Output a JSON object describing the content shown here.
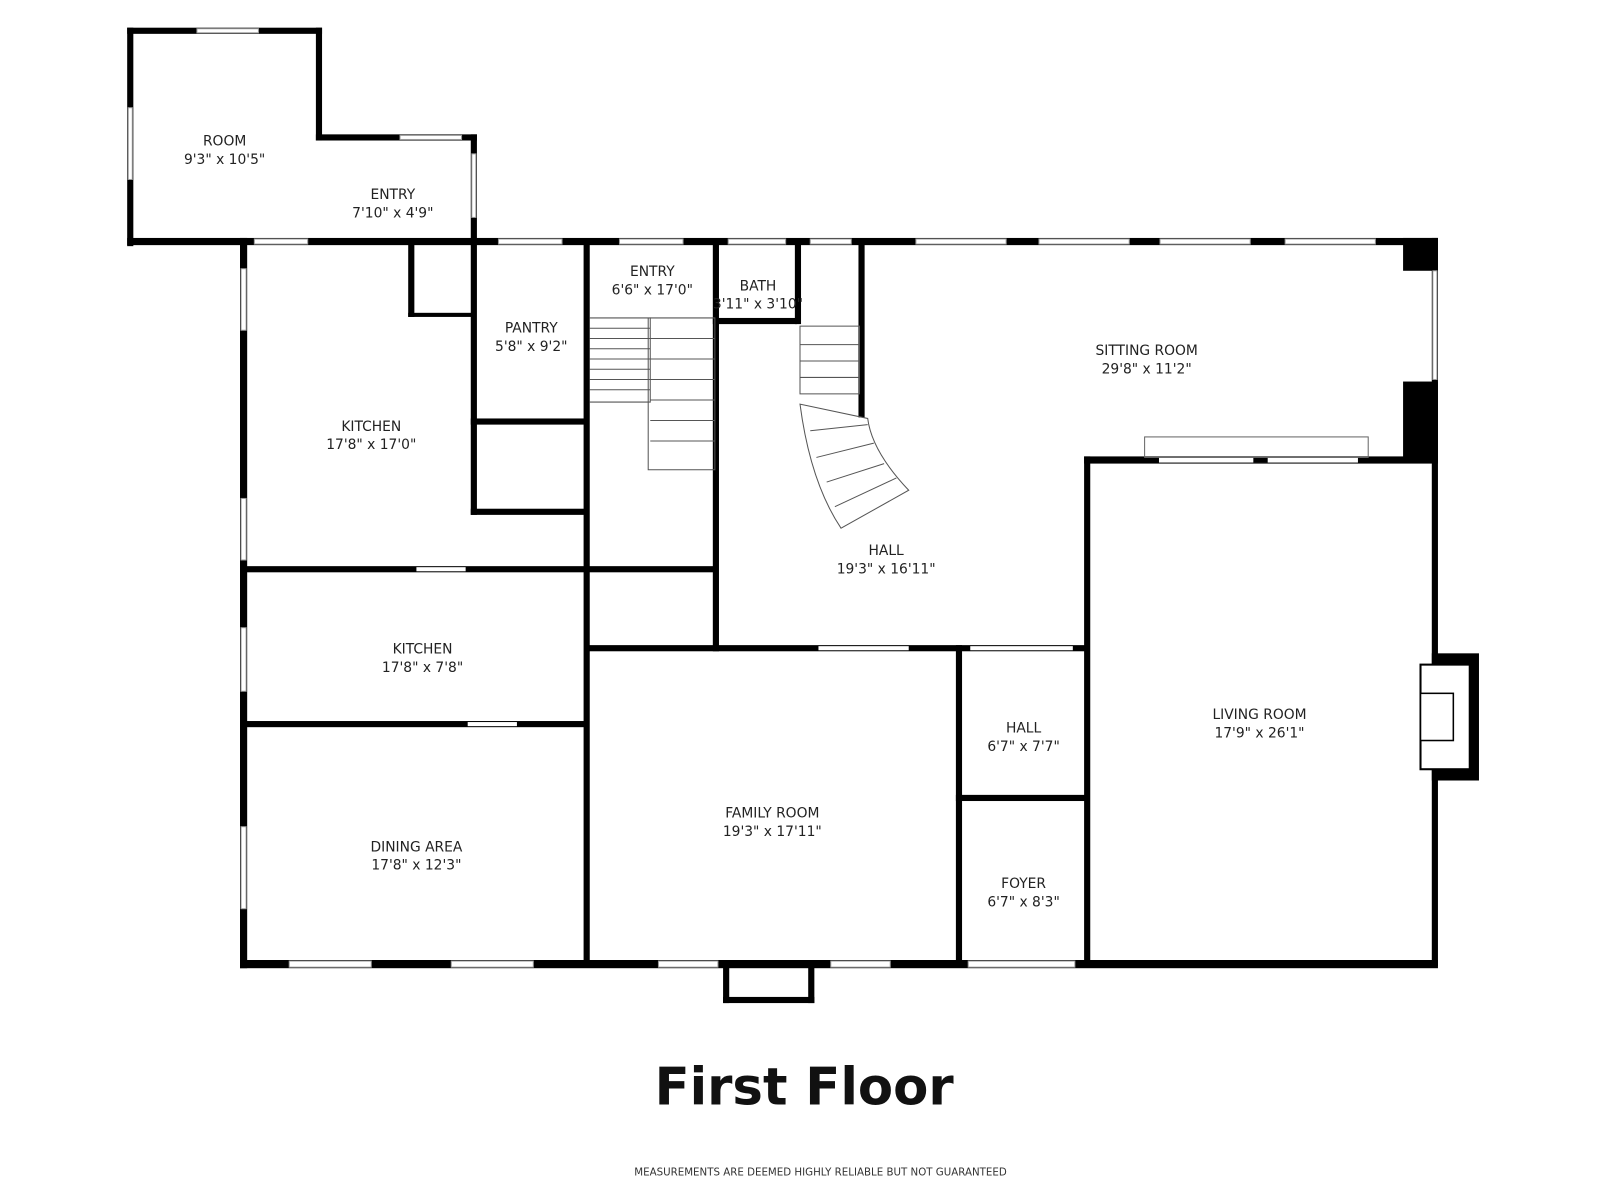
{
  "title": "First Floor",
  "disclaimer": "MEASUREMENTS ARE DEEMED HIGHLY RELIABLE BUT NOT GUARANTEED",
  "rooms": [
    {
      "name": "ROOM",
      "size": "9'3\" x 10'5\""
    },
    {
      "name": "ENTRY",
      "size": "7'10\" x 4'9\""
    },
    {
      "name": "ENTRY",
      "size": "6'6\" x 17'0\""
    },
    {
      "name": "BATH",
      "size": "3'11\" x 3'10\""
    },
    {
      "name": "PANTRY",
      "size": "5'8\" x 9'2\""
    },
    {
      "name": "KITCHEN",
      "size": "17'8\" x 17'0\""
    },
    {
      "name": "SITTING ROOM",
      "size": "29'8\" x 11'2\""
    },
    {
      "name": "HALL",
      "size": "19'3\" x 16'11\""
    },
    {
      "name": "KITCHEN",
      "size": "17'8\" x 7'8\""
    },
    {
      "name": "DINING AREA",
      "size": "17'8\" x 12'3\""
    },
    {
      "name": "FAMILY ROOM",
      "size": "19'3\" x 17'11\""
    },
    {
      "name": "HALL",
      "size": "6'7\" x 7'7\""
    },
    {
      "name": "FOYER",
      "size": "6'7\" x 8'3\""
    },
    {
      "name": "LIVING ROOM",
      "size": "17'9\" x 26'1\""
    }
  ]
}
